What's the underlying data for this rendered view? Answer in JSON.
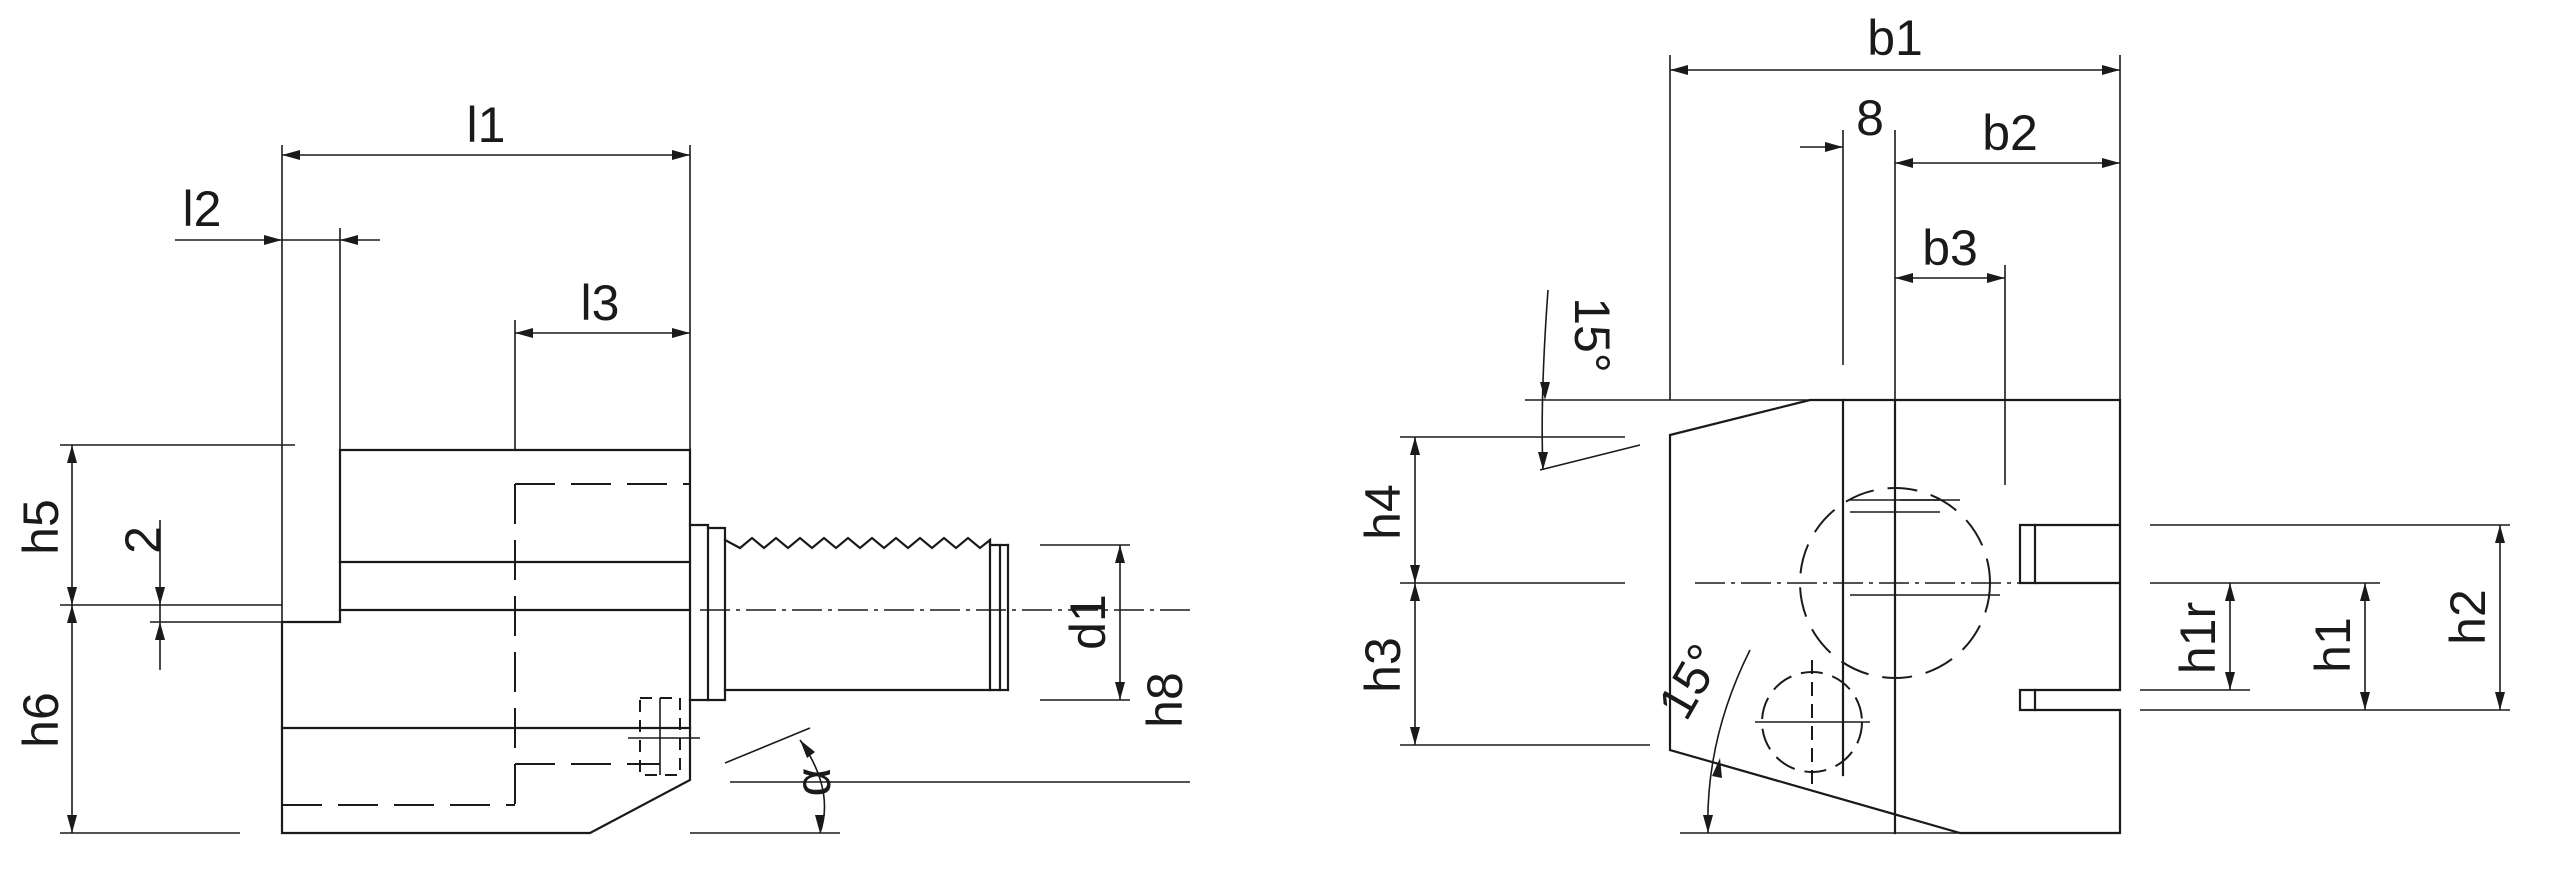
{
  "labels": {
    "l1": "l1",
    "l2": "l2",
    "l3": "l3",
    "h5": "h5",
    "h6": "h6",
    "dim_2": "2",
    "d1": "d1",
    "h8": "h8",
    "alpha": "α",
    "b1": "b1",
    "b2": "b2",
    "b3": "b3",
    "dim_8": "8",
    "angle_top": "15°",
    "angle_bottom": "15°",
    "h4": "h4",
    "h3": "h3",
    "h1r": "h1r",
    "h1": "h1",
    "h2": "h2"
  }
}
